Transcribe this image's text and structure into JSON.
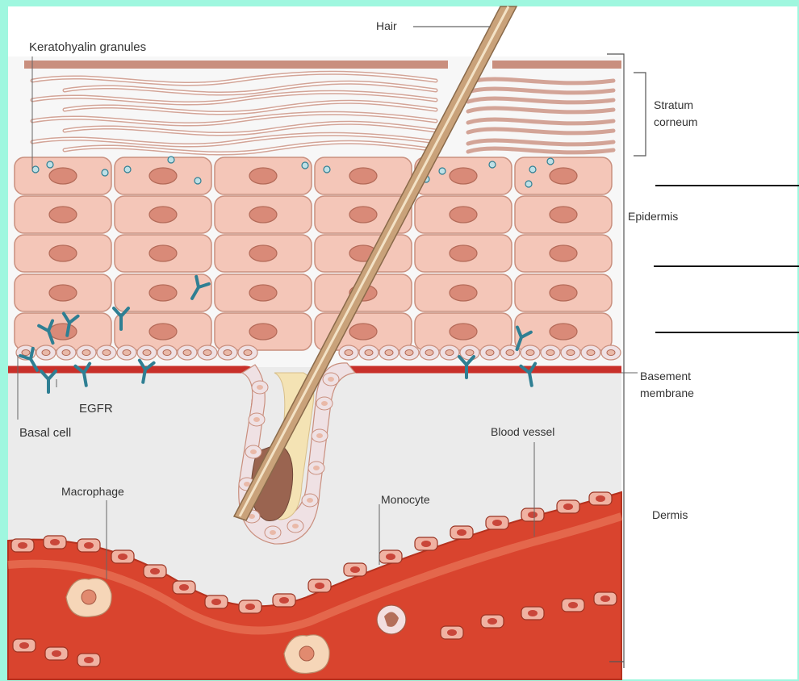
{
  "palette": {
    "frame": "#9ff7df",
    "skin_bg": "#f7f7f7",
    "cell_fill": "#f4c6b8",
    "cell_stroke": "#c98f7e",
    "nucleus_fill": "#d98a78",
    "membrane": "#c8302a",
    "dermis_bg": "#ebebeb",
    "vessel": "#d9442e",
    "vessel_light": "#ef8a6a",
    "receptor": "#2f7f93",
    "hair": "#c9a27a",
    "follicle_core": "#f4e3b4"
  },
  "labels": {
    "keratohyalin": "Keratohyalin granules",
    "hair": "Hair",
    "stratum_corneum": "Stratum\ncorneum",
    "epidermis": "Epidermis",
    "basement_membrane": "Basement\nmembrane",
    "egfr": "EGFR",
    "basal_cell": "Basal cell",
    "blood_vessel": "Blood vessel",
    "macrophage": "Macrophage",
    "monocyte": "Monocyte",
    "dermis": "Dermis"
  }
}
